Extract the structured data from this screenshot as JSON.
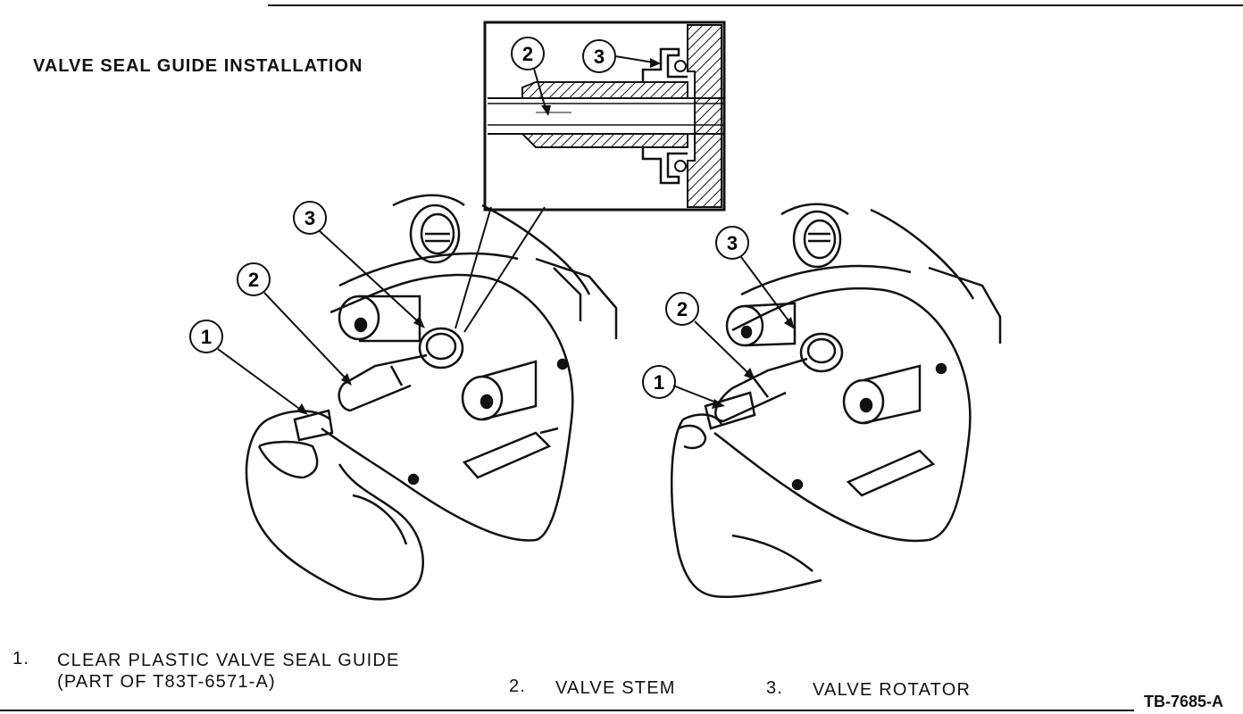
{
  "figure": {
    "title": "VALVE SEAL GUIDE INSTALLATION",
    "id": "TB-7685-A"
  },
  "callouts": {
    "c1": "1",
    "c2": "2",
    "c3": "3"
  },
  "legend": [
    {
      "number": "1.",
      "text": "CLEAR PLASTIC VALVE SEAL GUIDE",
      "text2": "(PART OF T83T-6571-A)"
    },
    {
      "number": "2.",
      "text": "VALVE STEM"
    },
    {
      "number": "3.",
      "text": "VALVE ROTATOR"
    }
  ]
}
